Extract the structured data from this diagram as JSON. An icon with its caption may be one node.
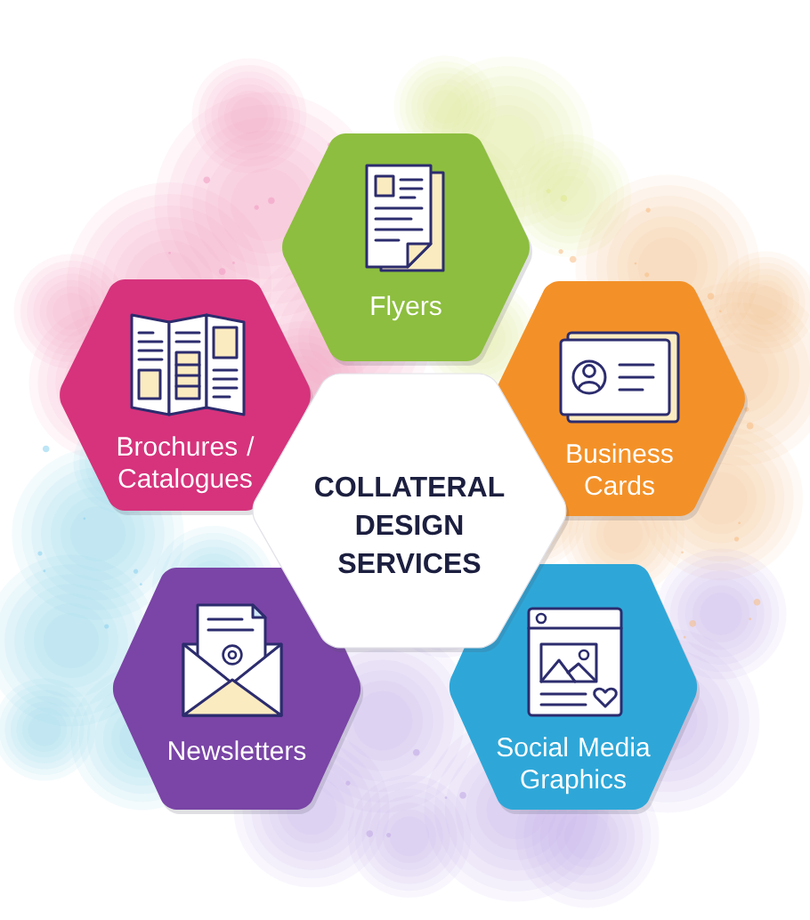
{
  "diagram": {
    "nodes": [
      {
        "text": [
          "Flyers"
        ]
      },
      {
        "text": [
          "Brochures / Catalogues"
        ]
      },
      {
        "text": [
          "Business Cards"
        ]
      },
      {
        "text": [
          "COLLATERAL DESIGN SERVICES"
        ]
      },
      {
        "text": [
          "Newsletters"
        ]
      },
      {
        "text": [
          "Social Media Graphics"
        ]
      }
    ]
  }
}
